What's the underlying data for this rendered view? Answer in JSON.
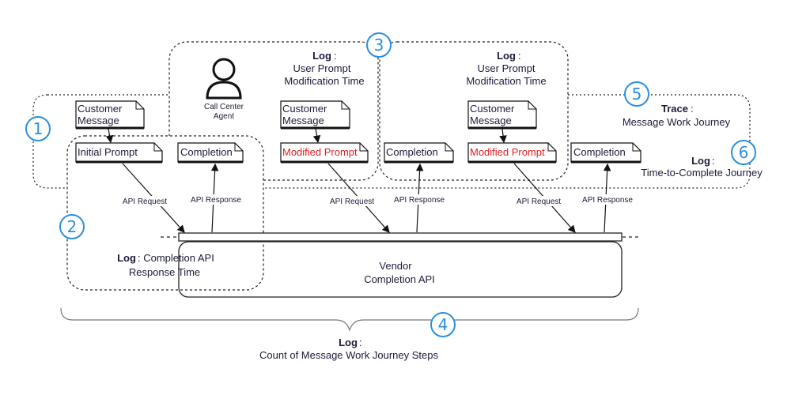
{
  "agent": {
    "label_line1": "Call Center",
    "label_line2": "Agent"
  },
  "docs": {
    "customer_message_line1": "Customer",
    "customer_message_line2": "Message",
    "initial_prompt": "Initial Prompt",
    "completion": "Completion",
    "modified_prompt": "Modified Prompt"
  },
  "log_keyword": "Log",
  "trace_keyword": "Trace",
  "annotations": {
    "user_prompt_mod_line1": "User Prompt",
    "user_prompt_mod_line2": "Modification Time",
    "trace_text": "Message Work Journey",
    "time_to_complete": "Time-to-Complete Journey",
    "completion_api_line1": "Completion API",
    "completion_api_line2": "Response Time",
    "count_steps": "Count of Message Work Journey Steps"
  },
  "arrows": {
    "api_request": "API Request",
    "api_response": "API Response"
  },
  "vendor": {
    "line1": "Vendor",
    "line2": "Completion API"
  },
  "badges": [
    "1",
    "2",
    "3",
    "4",
    "5",
    "6"
  ],
  "colors": {
    "badge": "#2a8fe0",
    "highlight_text": "#e02020",
    "ink": "#1b1b3a"
  }
}
